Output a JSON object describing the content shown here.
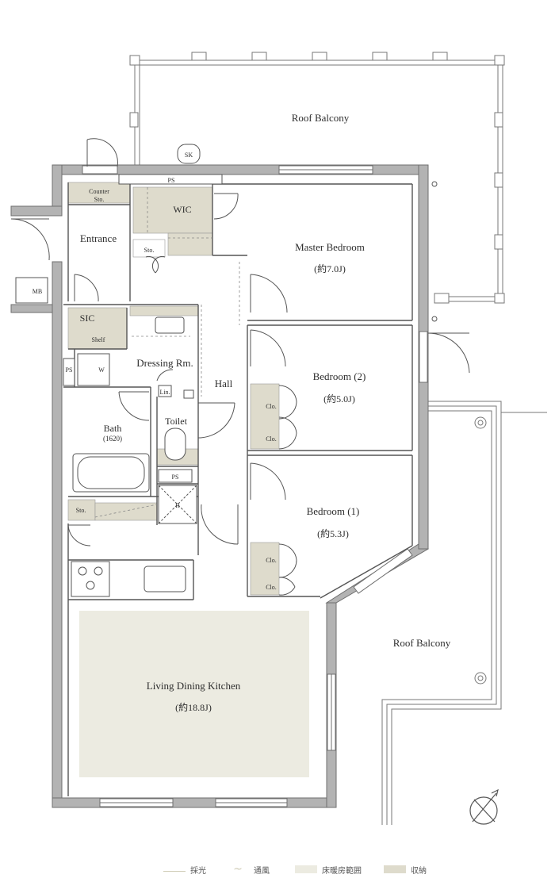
{
  "rooms": {
    "roof_balcony_top": "Roof Balcony",
    "roof_balcony_right": "Roof Balcony",
    "master_bedroom": "Master Bedroom",
    "master_bedroom_size": "(約7.0J)",
    "wic": "WIC",
    "entrance": "Entrance",
    "counter_sto_1": "Counter",
    "counter_sto_2": "Sto.",
    "sto_upper": "Sto.",
    "sic": "SIC",
    "shelf": "Shelf",
    "ps_left": "PS",
    "w": "W",
    "dressing": "Dressing Rm.",
    "lin": "Lin.",
    "hall": "Hall",
    "bedroom2": "Bedroom (2)",
    "bedroom2_size": "(約5.0J)",
    "clo_a": "Clo.",
    "clo_b": "Clo.",
    "bath": "Bath",
    "bath_size": "(1620)",
    "toilet": "Toilet",
    "ps_toilet": "PS",
    "ps_top": "PS",
    "sk": "SK",
    "mb": "MB",
    "sto_lower": "Sto.",
    "r": "R",
    "bedroom1": "Bedroom (1)",
    "bedroom1_size": "(約5.3J)",
    "clo_c": "Clo.",
    "clo_d": "Clo.",
    "ldk": "Living Dining Kitchen",
    "ldk_size": "(約18.8J)"
  },
  "legend": [
    {
      "label": "採光",
      "swatch": "light-arrow"
    },
    {
      "label": "通風",
      "swatch": "wind-wave"
    },
    {
      "label": "床暖房範囲",
      "swatch": "#ecebe1"
    },
    {
      "label": "収納",
      "swatch": "#dedbcc"
    }
  ],
  "colors": {
    "wall": "#b3b3b3",
    "wall_stroke": "#6f6f6f",
    "floor_heating": "#ecebe1",
    "storage": "#dedbcc",
    "line": "#555555"
  }
}
